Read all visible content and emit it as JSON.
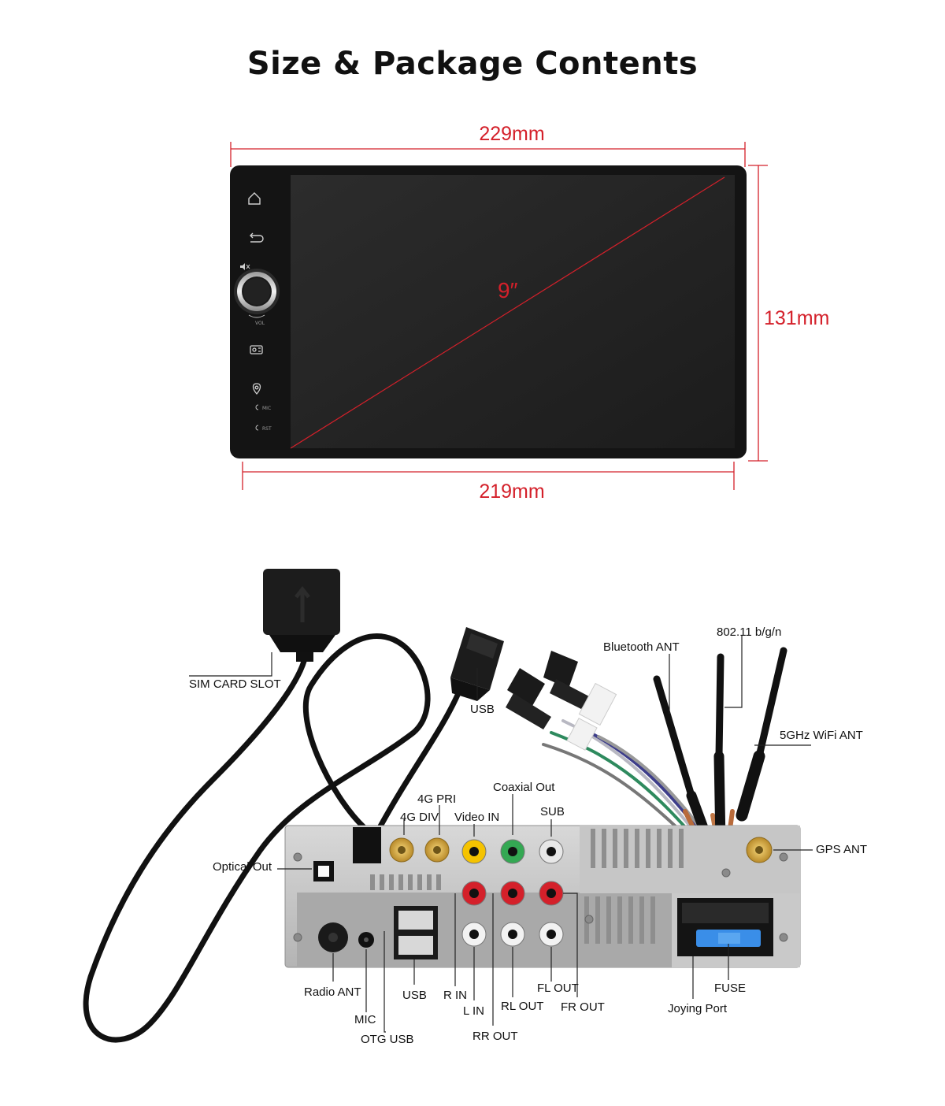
{
  "title": "Size & Package Contents",
  "dimensions": {
    "width_top": "229mm",
    "width_bottom": "219mm",
    "height": "131mm",
    "diagonal": "9″",
    "accent_color": "#d4202a"
  },
  "device": {
    "buttons": [
      "home-icon",
      "back-icon",
      "mute-icon",
      "volume-knob",
      "radio-icon",
      "gps-icon"
    ],
    "vol_label": "VOL",
    "mic_label": "MIC",
    "rst_label": "RST"
  },
  "connectors": {
    "sim_card_slot": "SIM CARD SLOT",
    "usb_cable": "USB",
    "bluetooth_ant": "Bluetooth ANT",
    "wifi_24": "802.11 b/g/n",
    "wifi_5": "5GHz WiFi ANT",
    "coaxial_out": "Coaxial Out",
    "g4_pri": "4G PRI",
    "g4_div": "4G DIV",
    "video_in": "Video IN",
    "sub": "SUB",
    "optical_out": "Optical Out",
    "gps_ant": "GPS ANT",
    "radio_ant": "Radio ANT",
    "mic": "MIC",
    "otg_usb": "OTG USB",
    "usb_port": "USB",
    "r_in": "R IN",
    "l_in": "L IN",
    "rr_out": "RR OUT",
    "rl_out": "RL OUT",
    "fl_out": "FL OUT",
    "fr_out": "FR OUT",
    "fuse": "FUSE",
    "joying_port": "Joying Port"
  }
}
